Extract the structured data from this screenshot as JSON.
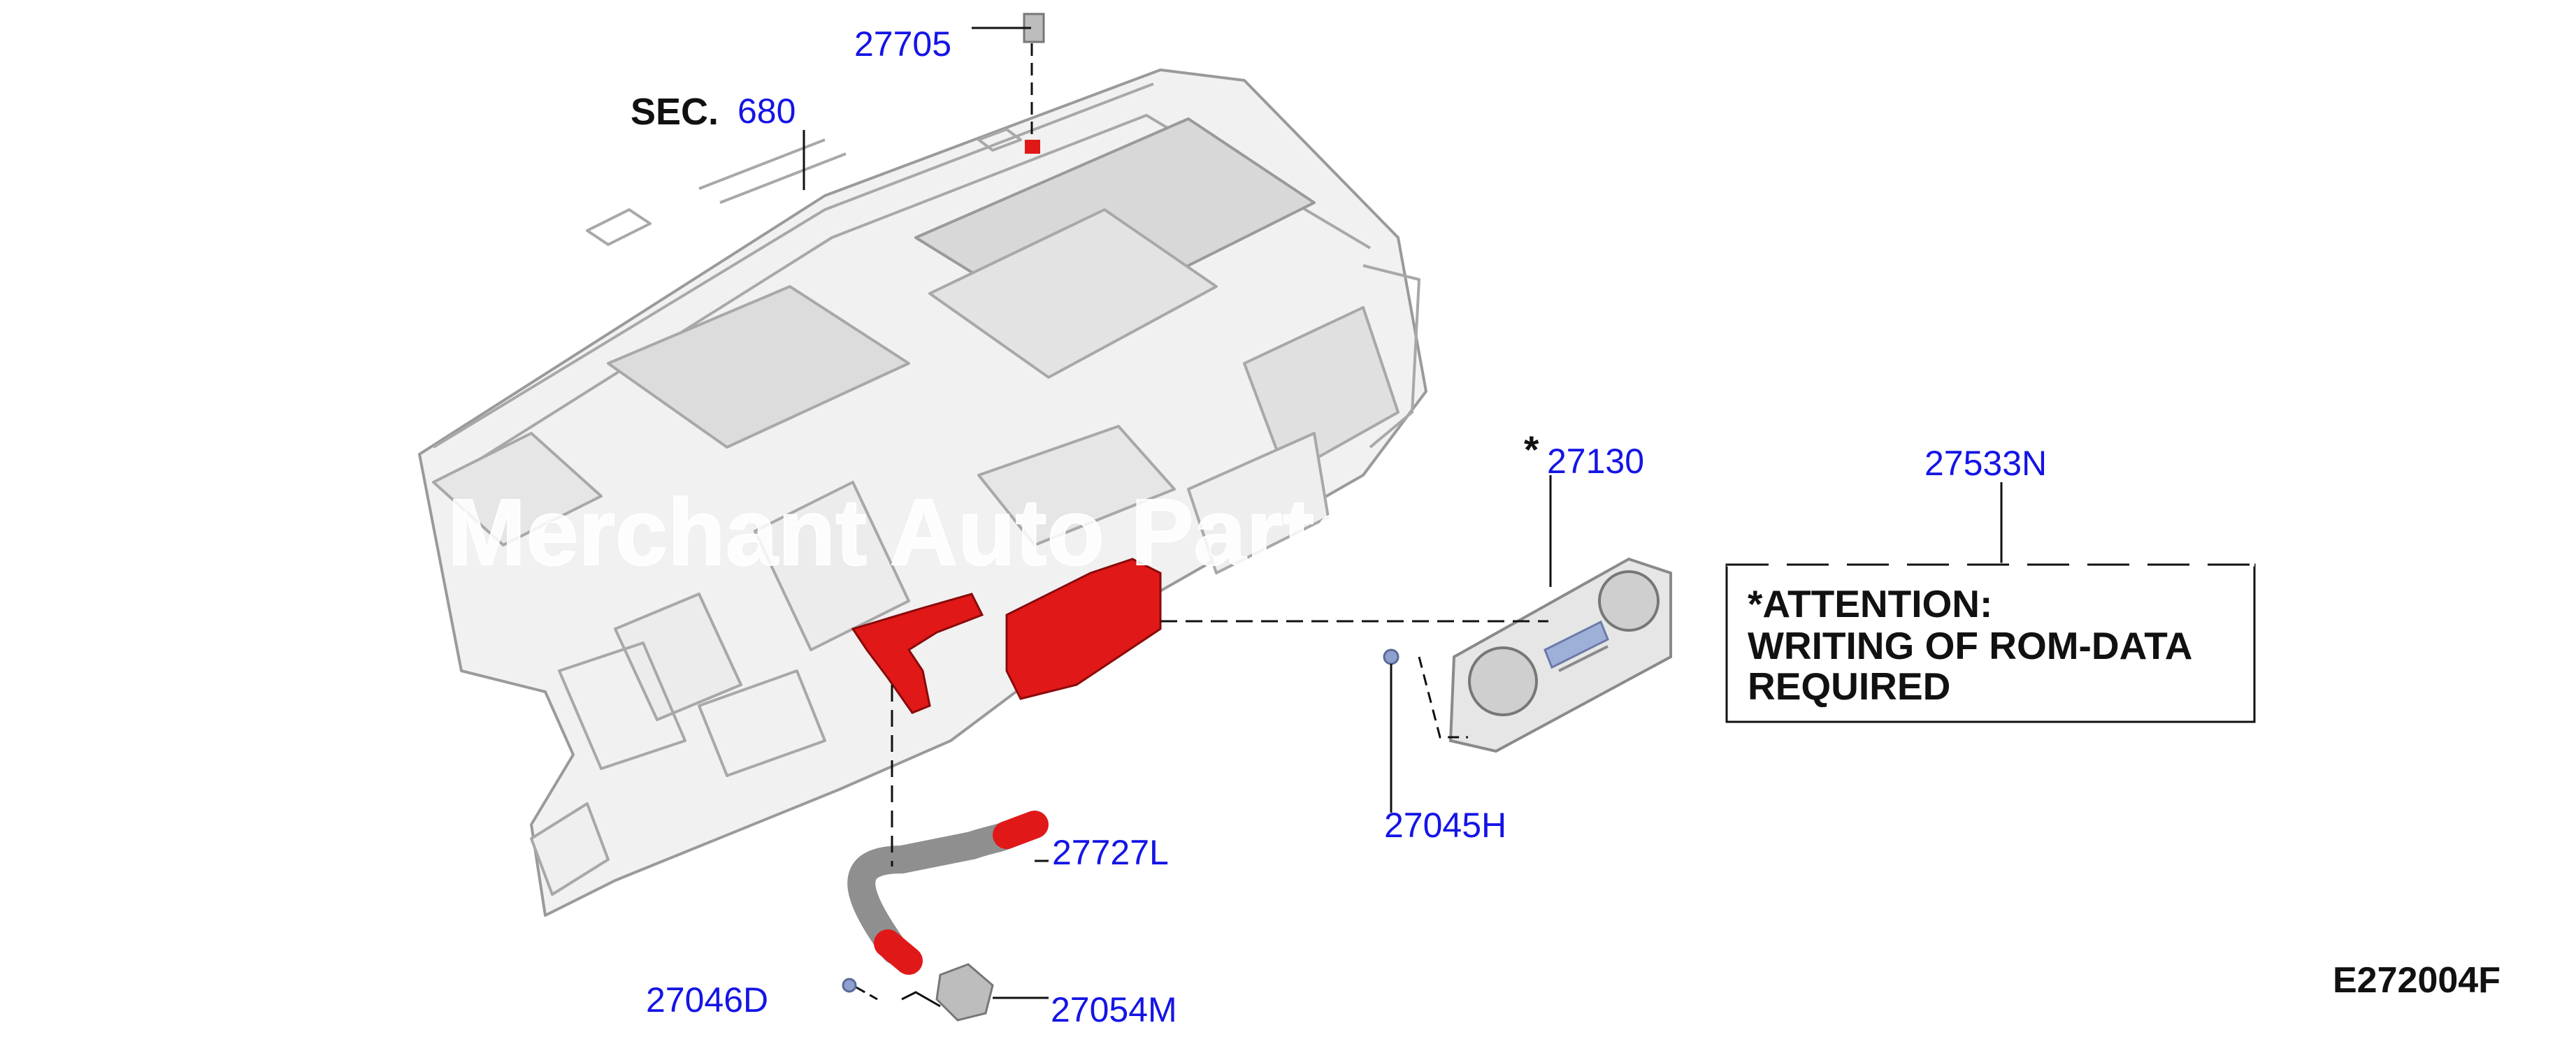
{
  "colors": {
    "label_blue": "#1414e6",
    "highlight_red": "#e01818",
    "line_black": "#111111",
    "ghost_gray": "#9a9a9a"
  },
  "section_ref": {
    "prefix": "SEC.",
    "number": "680"
  },
  "callouts": {
    "p27705": "27705",
    "p27130": "27130",
    "p27130_mark": "*",
    "p27533N": "27533N",
    "p27045H": "27045H",
    "p27727L": "27727L",
    "p27046D": "27046D",
    "p27054M": "27054M"
  },
  "attention_note": {
    "line1": "*ATTENTION:",
    "line2": "WRITING OF ROM-DATA",
    "line3": "REQUIRED"
  },
  "figure_code": "E272004F",
  "watermark": "Merchant Auto Parts Co."
}
